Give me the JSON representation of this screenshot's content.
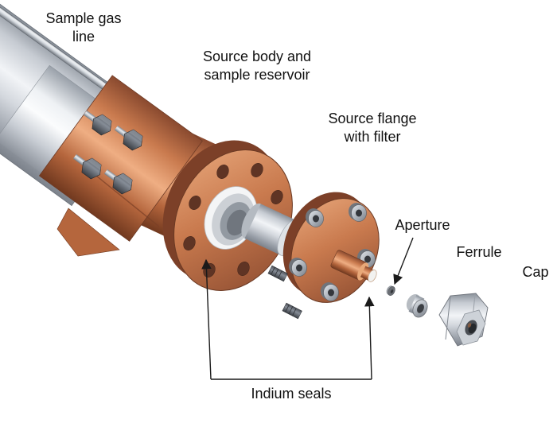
{
  "page": {
    "type": "exploded-assembly-diagram",
    "background": "#ffffff"
  },
  "labels": {
    "sample_gas_line": "Sample gas\nline",
    "source_body": "Source body and\nsample reservoir",
    "source_flange": "Source flange\nwith filter",
    "aperture": "Aperture",
    "ferrule": "Ferrule",
    "cap": "Cap",
    "indium_seals": "Indium seals"
  },
  "parts": [
    {
      "id": "sample-gas-line",
      "label_key": "sample_gas_line"
    },
    {
      "id": "source-body-and-sample-reservoir",
      "label_key": "source_body"
    },
    {
      "id": "source-flange-with-filter",
      "label_key": "source_flange"
    },
    {
      "id": "aperture-disc",
      "label_key": "aperture"
    },
    {
      "id": "ferrule",
      "label_key": "ferrule"
    },
    {
      "id": "cap-nut",
      "label_key": "cap"
    },
    {
      "id": "indium-seals",
      "label_key": "indium_seals"
    }
  ],
  "colors": {
    "copper": "#c97a4e",
    "copper_light": "#efae83",
    "copper_dark": "#8a4a2f",
    "steel": "#c6cbd2",
    "steel_dark": "#6e747c",
    "annotation": "#1a1a1a",
    "indium_seal_white": "#f2f2f0"
  }
}
